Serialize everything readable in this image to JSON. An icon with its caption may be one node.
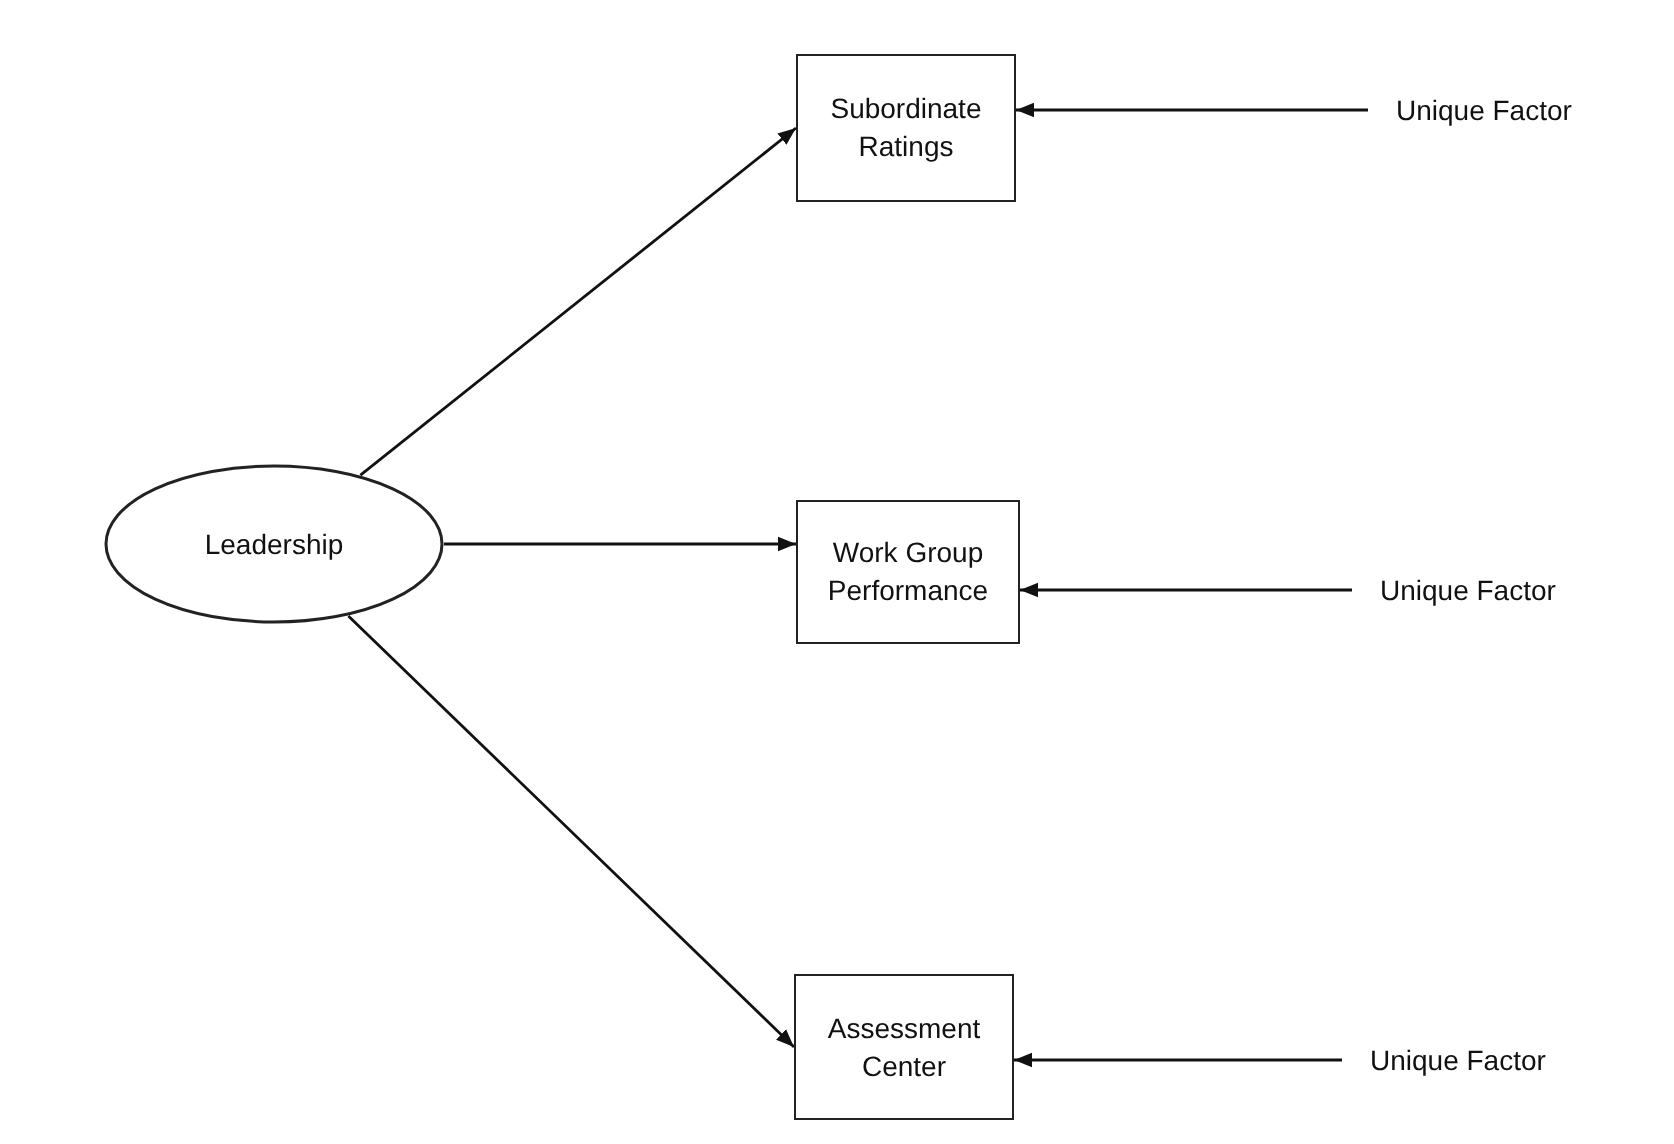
{
  "diagram": {
    "nodes": [
      {
        "text": [
          "Leadership"
        ]
      },
      {
        "text": [
          "Subordinate Ratings"
        ]
      },
      {
        "text": [
          "Work Group Performance"
        ]
      },
      {
        "text": [
          "Assessment Center"
        ]
      },
      {
        "text": [
          "Unique Factor"
        ]
      },
      {
        "text": [
          "Unique Factor"
        ]
      },
      {
        "text": [
          "Unique Factor"
        ]
      }
    ],
    "edges": [
      {
        "from": 0,
        "to": 1,
        "arrow": "to"
      },
      {
        "from": 0,
        "to": 2,
        "arrow": "to"
      },
      {
        "from": 0,
        "to": 3,
        "arrow": "to"
      },
      {
        "from": 4,
        "to": 1,
        "arrow": "to"
      },
      {
        "from": 5,
        "to": 2,
        "arrow": "to"
      },
      {
        "from": 6,
        "to": 3,
        "arrow": "to"
      }
    ]
  }
}
